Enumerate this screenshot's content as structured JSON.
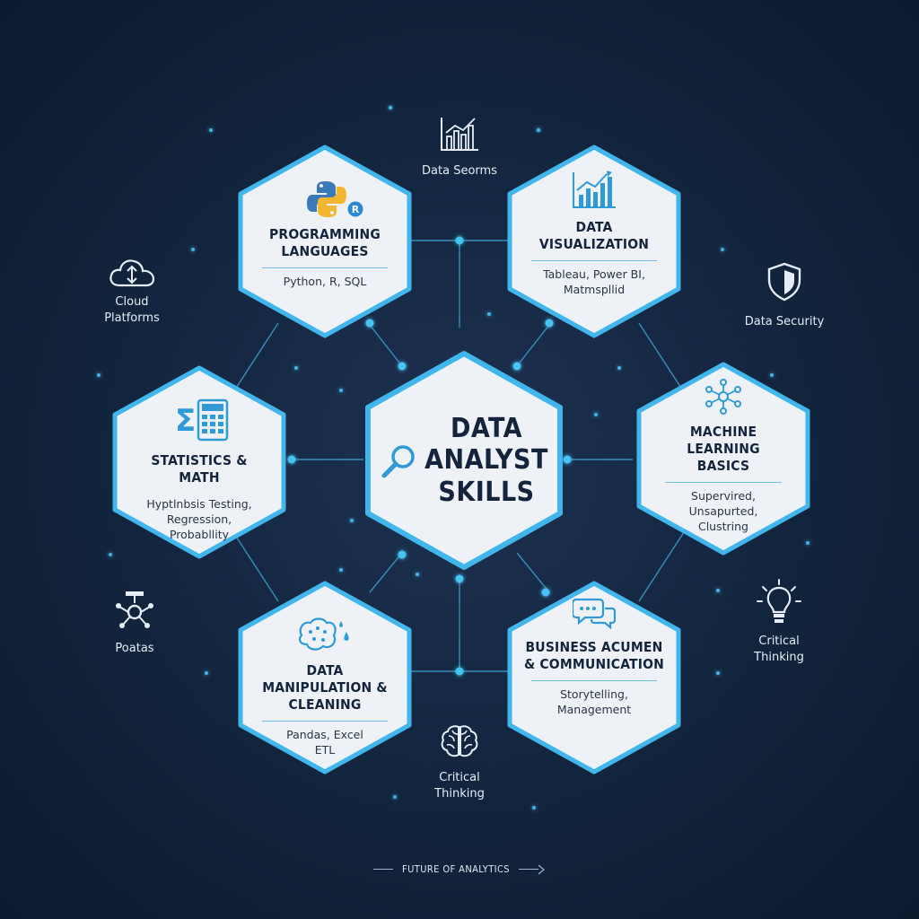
{
  "center": {
    "title_lines": [
      "DATA",
      "ANALYST",
      "SKILLS"
    ]
  },
  "nodes": {
    "programming": {
      "title": "PROGRAMMING LANGUAGES",
      "desc": "Python, R, SQL"
    },
    "visualization": {
      "title": "DATA VISUALIZATION",
      "desc": "Tableau, Power BI, Matmspllid"
    },
    "statistics": {
      "title": "STATISTICS & MATH",
      "desc": "Hyptlnbsis Testing, Regression, Probabllity"
    },
    "machine_learning": {
      "title": "MACHINE LEARNING BASICS",
      "desc": "Supervired, Unsapurted, Clustring"
    },
    "manipulation": {
      "title": "DATA MANIPULATION & CLEANING",
      "desc": "Pandas, Excel ETL"
    },
    "business": {
      "title": "BUSINESS ACUMEN & COMMUNICATION",
      "desc": "Storytelling, Management"
    }
  },
  "floating": {
    "data_streams": {
      "label": "Data Seorms",
      "icon": "bar-chart-icon"
    },
    "cloud": {
      "label": "Cloud Platforms",
      "icon": "cloud-icon"
    },
    "security": {
      "label": "Data Security",
      "icon": "shield-icon"
    },
    "poatas": {
      "label": "Poatas",
      "icon": "network-node-icon"
    },
    "critical_right": {
      "label": "Critical Thinking",
      "icon": "lightbulb-icon"
    },
    "critical_bottom": {
      "label": "Critical Thinking",
      "icon": "brain-icon"
    }
  },
  "footer": {
    "label": "FUTURE OF ANALYTICS"
  },
  "colors": {
    "accent": "#3fb3ea",
    "hex_fill": "#eef2f6",
    "text_dark": "#15243d",
    "background": "#142640"
  }
}
